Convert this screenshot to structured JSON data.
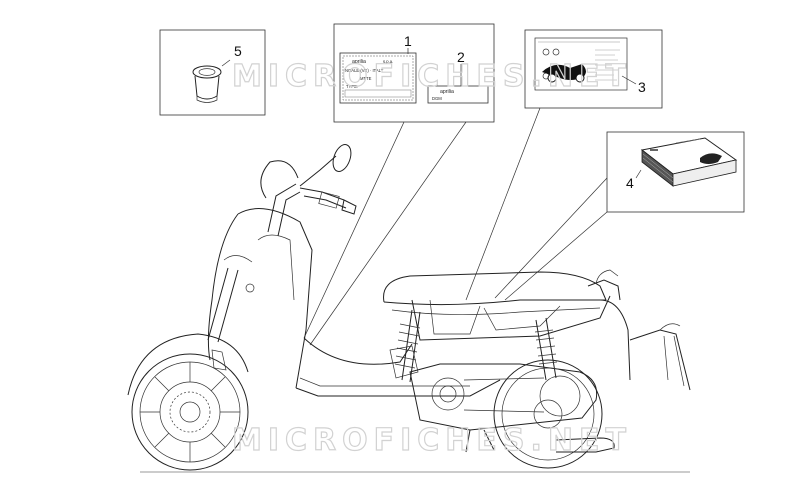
{
  "watermark": "MICROFICHES.NET",
  "callouts": {
    "c1": "1",
    "c2": "2",
    "c3": "3",
    "c4": "4",
    "c5": "5"
  },
  "plate": {
    "brand": "aprilia",
    "company": "s.p.a.",
    "address": "NOALE (VE) · ITALY",
    "mtte": "MTTE",
    "type": "TYPE:"
  },
  "decal": {
    "brand": "aprilia",
    "model": "DGM"
  }
}
